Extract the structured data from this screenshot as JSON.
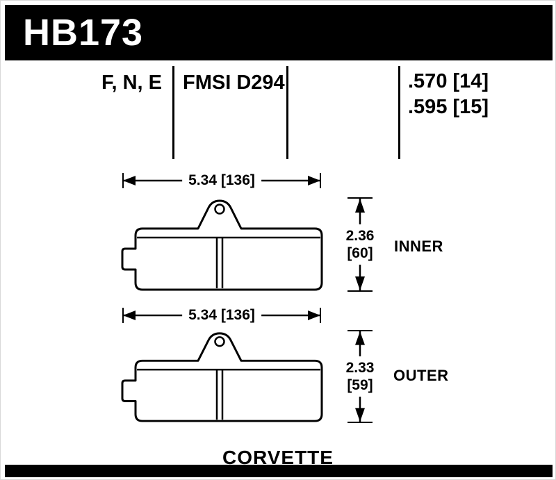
{
  "part": {
    "number": "HB173",
    "vehicle": "CORVETTE"
  },
  "specs": {
    "compounds": "F, N, E",
    "fmsi": "FMSI D294",
    "thickness": [
      ".570 [14]",
      ".595 [15]"
    ]
  },
  "inner": {
    "width": "5.34 [136]",
    "height_in": "2.36",
    "height_mm": "[60]",
    "label": "INNER"
  },
  "outer": {
    "width": "5.34 [136]",
    "height_in": "2.33",
    "height_mm": "[59]",
    "label": "OUTER"
  },
  "colors": {
    "ink": "#000000",
    "background": "#ffffff"
  }
}
